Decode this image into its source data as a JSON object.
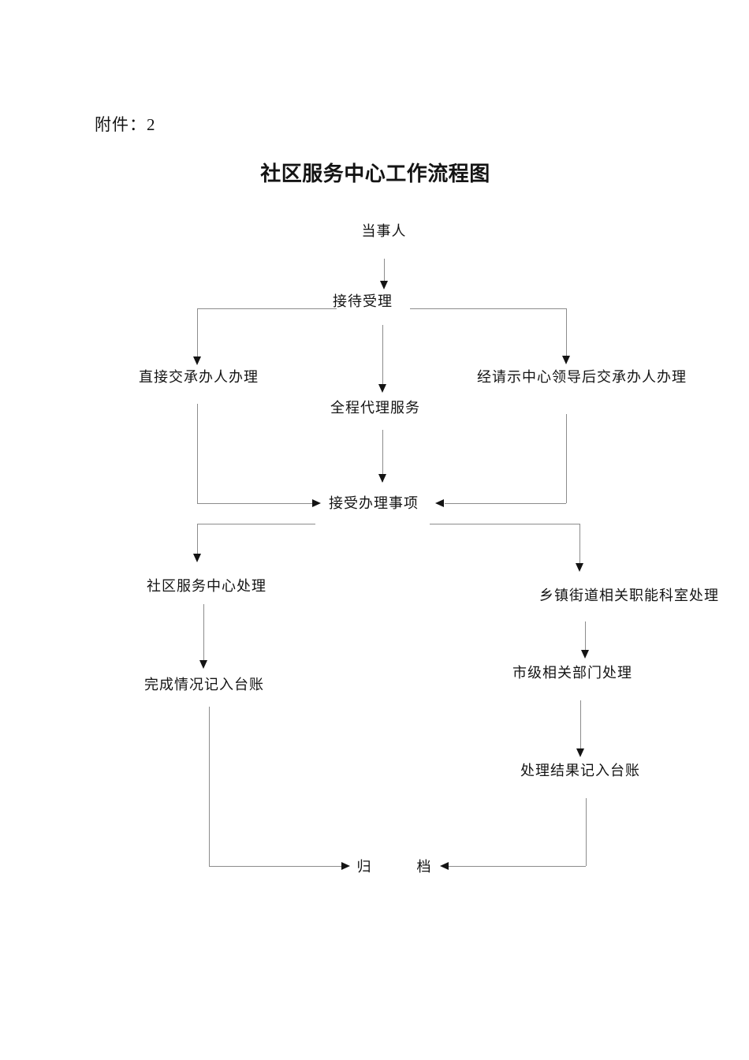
{
  "page": {
    "attachment_label": "附件：2",
    "title": "社区服务中心工作流程图"
  },
  "flowchart": {
    "line_color": "#8c8c8c",
    "arrow_color": "#141414",
    "nodes": {
      "party": "当事人",
      "reception": "接待受理",
      "direct_handler": "直接交承办人办理",
      "full_agency": "全程代理服务",
      "leader_approval": "经请示中心领导后交承办人办理",
      "accept_matters": "接受办理事项",
      "community_center": "社区服务中心处理",
      "township_dept": "乡镇街道相关职能科室处理",
      "completion_ledger": "完成情况记入台账",
      "municipal_dept": "市级相关部门处理",
      "result_ledger": "处理结果记入台账",
      "archive": "归　　　档"
    }
  }
}
